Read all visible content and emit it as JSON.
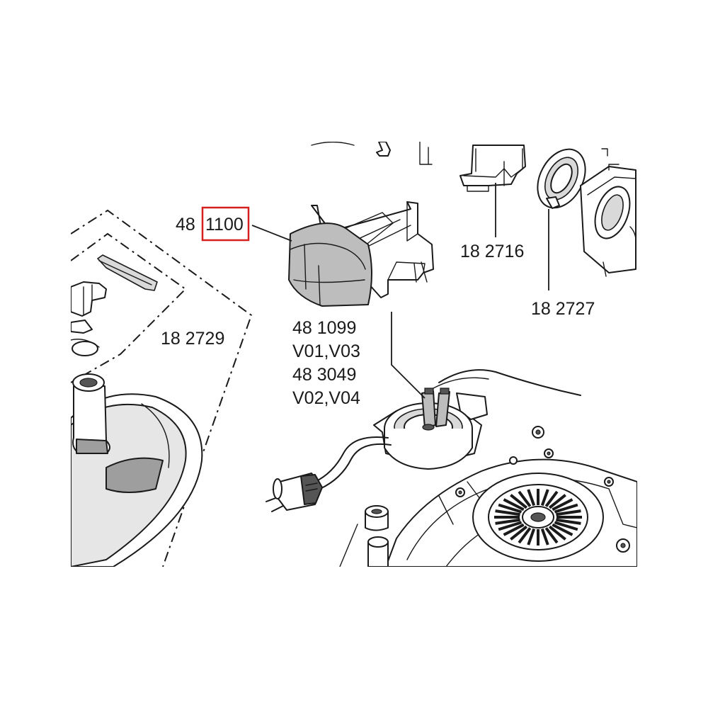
{
  "colors": {
    "background": "#ffffff",
    "line": "#1a1a1a",
    "shading": "#bdbdbd",
    "highlight_box": "#d62020"
  },
  "labels": {
    "cover_prefix": "48",
    "cover_number": "1100",
    "part_182716": "18 2716",
    "part_182727": "18 2727",
    "part_182729": "18 2729",
    "motor_line1": "48 1099",
    "motor_line2": "V01,V03",
    "motor_line3": "48 3049",
    "motor_line4": "V02,V04"
  },
  "icons": {
    "cover": "cover-part-icon",
    "motor": "motor-part-icon",
    "plug": "power-plug-icon",
    "fan": "fan-gear-icon",
    "ring": "seal-ring-icon",
    "bracket": "bracket-part-icon",
    "housing": "housing-part-icon",
    "spindle": "spindle-base-icon"
  }
}
